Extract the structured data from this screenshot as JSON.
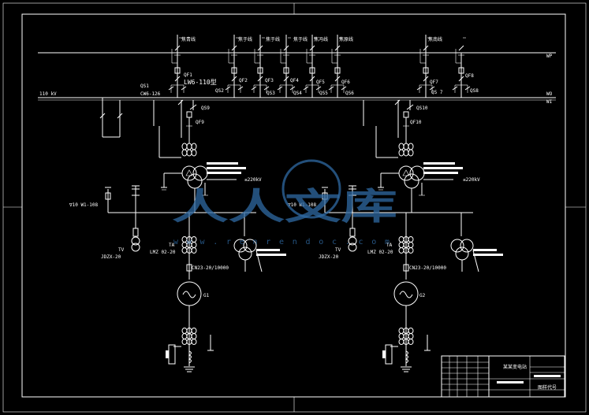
{
  "feeders": {
    "f1": "焦青线",
    "f2": "焦于线",
    "f3": "焦于线",
    "f4": "焦于线",
    "f5": "焦冯线",
    "f6": "焦原线",
    "f7": "焦南线"
  },
  "bus": {
    "voltage": "110 kV",
    "wp_label": "WP",
    "wi_label": "WI",
    "wo_label": "WO"
  },
  "breakers": {
    "qf1": "QF1",
    "qf1_type": "LW6-110型",
    "qf2": "QF2",
    "qf3": "QF3",
    "qf4": "QF4",
    "qf5": "QF5",
    "qf6": "QF6",
    "qf7": "QF7",
    "qf8": "QF8",
    "qf9": "QF9",
    "qf10": "QF10"
  },
  "switches": {
    "qs1": "QS1",
    "qs1_type": "CW6-126",
    "qs2": "QS2",
    "qs3": "QS3",
    "qs4": "QS4",
    "qs5": "QS5",
    "qs6": "QS6",
    "qs7": "QS 7",
    "qs8": "QS8",
    "qs9": "QS9",
    "qs10": "QS10"
  },
  "units": {
    "left": {
      "hv_label": "≤220kV",
      "arrester": "∇10 W1-108",
      "tv_label": "TV",
      "tv_type": "JDZX-20",
      "ta_label": "TA",
      "ta_type": "LMZ 02-20",
      "cb_label": "CN23-20/10000",
      "gen_label": "G1"
    },
    "right": {
      "hv_label": "≤220kV",
      "arrester": "∇10 W1-108",
      "tv_label": "TV",
      "tv_type": "JDZX-20",
      "ta_label": "TA",
      "ta_type": "LMZ 02-20",
      "cb_label": "CN23-20/10000",
      "gen_label": "G2"
    }
  },
  "watermark": {
    "text": "人人文库",
    "url": "www.renrendoc.com"
  },
  "title_block": {
    "title": "某某变电站",
    "subtitle": "图样代号"
  },
  "colors": {
    "background": "#000000",
    "lines": "#ffffff",
    "watermark": "#2f6aa3"
  }
}
